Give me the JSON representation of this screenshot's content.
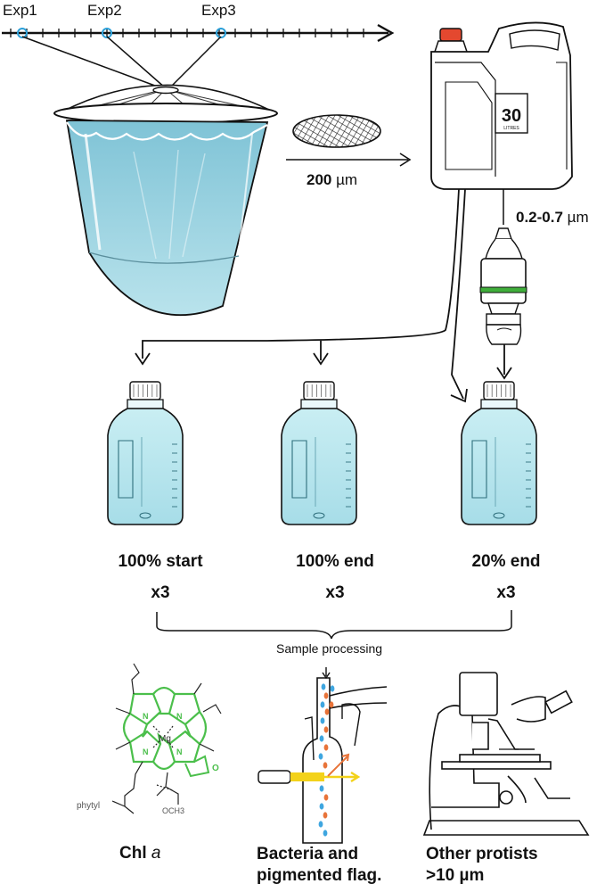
{
  "timeline": {
    "labels": [
      "Exp1",
      "Exp2",
      "Exp3"
    ]
  },
  "mesh_filter": {
    "size": "200",
    "unit": "µm"
  },
  "carboy": {
    "volume": "30",
    "unit": "LITRES"
  },
  "fine_filter": {
    "size": "0.2-0.7",
    "unit": "µm"
  },
  "bottles": [
    {
      "label": "100% start",
      "replicates": "x3"
    },
    {
      "label": "100% end",
      "replicates": "x3"
    },
    {
      "label": "20% end",
      "replicates": "x3"
    }
  ],
  "processing": {
    "label": "Sample processing"
  },
  "analyses": {
    "chl": {
      "label": "Chl",
      "suffix": "a"
    },
    "flow": {
      "line1": "Bacteria and",
      "line2": "pigmented flag."
    },
    "microscope": {
      "line1": "Other protists",
      "line2": ">10 µm"
    }
  },
  "molecule": {
    "center": "Mg",
    "phytyl": "phytyl",
    "methyl_ester": "OCH3",
    "nitrogen": "N",
    "oxygen": "O"
  },
  "colors": {
    "water": "#9fd3e0",
    "bottle": "#bfe6ee",
    "chlorophyll": "#4bbf4b",
    "orange": "#e8743a",
    "blue": "#3fa6e0",
    "yellow": "#f3d21a",
    "cap_red": "#e4482f",
    "band_green": "#3fae3a"
  }
}
